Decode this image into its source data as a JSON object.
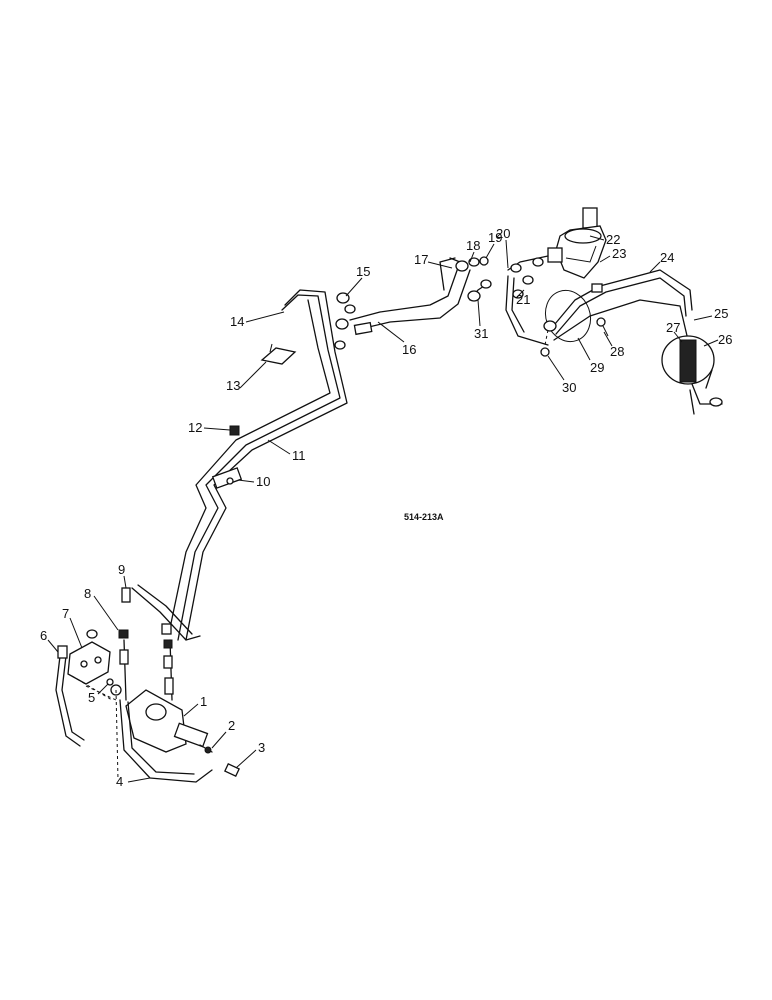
{
  "reference_code": "514-213A",
  "callouts": [
    {
      "number": "1"
    },
    {
      "number": "2"
    },
    {
      "number": "3"
    },
    {
      "number": "4"
    },
    {
      "number": "5"
    },
    {
      "number": "6"
    },
    {
      "number": "7"
    },
    {
      "number": "8"
    },
    {
      "number": "9"
    },
    {
      "number": "10"
    },
    {
      "number": "11"
    },
    {
      "number": "12"
    },
    {
      "number": "13"
    },
    {
      "number": "14"
    },
    {
      "number": "15"
    },
    {
      "number": "16"
    },
    {
      "number": "17"
    },
    {
      "number": "18"
    },
    {
      "number": "19"
    },
    {
      "number": "20"
    },
    {
      "number": "21"
    },
    {
      "number": "22"
    },
    {
      "number": "23"
    },
    {
      "number": "24"
    },
    {
      "number": "25"
    },
    {
      "number": "26"
    },
    {
      "number": "27"
    },
    {
      "number": "28"
    },
    {
      "number": "29"
    },
    {
      "number": "30"
    },
    {
      "number": "31"
    }
  ]
}
